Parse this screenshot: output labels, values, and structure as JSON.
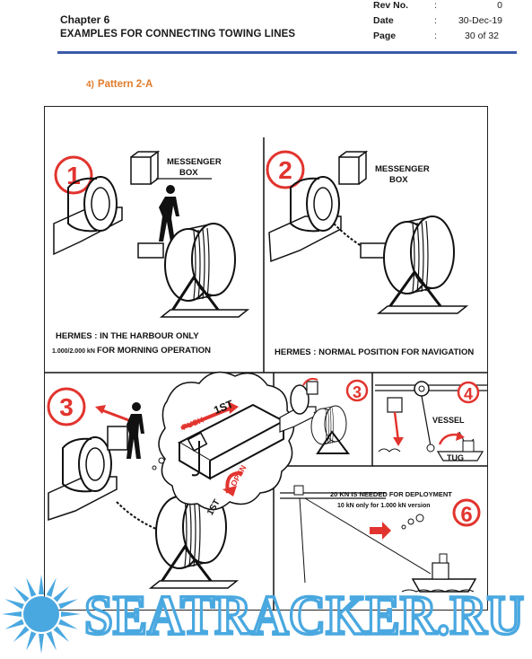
{
  "header": {
    "chapter": "Chapter 6",
    "title": "EXAMPLES FOR CONNECTING TOWING LINES",
    "meta": [
      {
        "label": "Rev No.",
        "value": "0"
      },
      {
        "label": "Date",
        "value": "30-Dec-19"
      },
      {
        "label": "Page",
        "value": "30 of 32"
      }
    ]
  },
  "section": {
    "number": "4)",
    "title": "Pattern 2-A"
  },
  "figure": {
    "panel1": {
      "number": "1",
      "label": "MESSENGER BOX",
      "caption1": "HERMES : IN THE HARBOUR ONLY",
      "caption2_a": "1.000/2.000 kN",
      "caption2_b": "FOR MORNING OPERATION"
    },
    "panel2": {
      "number": "2",
      "label": "MESSENGER BOX",
      "caption": "HERMES : NORMAL POSITION FOR NAVIGATION"
    },
    "panel3": {
      "number": "3",
      "push": "PUSH",
      "first_a": "1ST",
      "open": "OPEN",
      "first_b": "1ST"
    },
    "panel3b": {
      "number": "3"
    },
    "panel4": {
      "number": "4",
      "vessel": "VESSEL",
      "tug": "TUG"
    },
    "panel6": {
      "number": "6",
      "note1": "20 KN IS NEEDED FOR DEPLOYMENT",
      "note2": "10 kN only for 1.000 kN version"
    }
  },
  "watermark": {
    "text": "SEATRACKER.RU",
    "color": "#4aa8e0"
  }
}
